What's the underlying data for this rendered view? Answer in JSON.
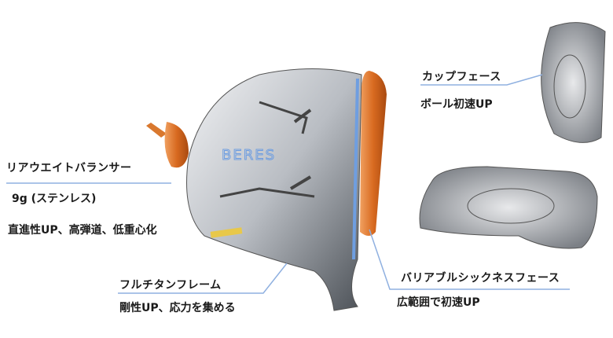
{
  "colors": {
    "leader": "#8fb0e0",
    "face_orange": "#e07a2e",
    "metal": "#b8bcc2",
    "accent_blue": "#6f9ee0",
    "gold": "#e8c84a"
  },
  "head_logo": "BERES",
  "callouts": {
    "rear_weight": {
      "title": "リアウエイトバランサー",
      "spec": "9g (ステンレス)",
      "benefit": "直進性UP、高弾道、低重心化"
    },
    "cup_face": {
      "title": "カップフェース",
      "benefit": "ボール初速UP"
    },
    "full_titanium": {
      "title": "フルチタンフレーム",
      "benefit": "剛性UP、応力を集める"
    },
    "variable_face": {
      "title": "バリアブルシックネスフェース",
      "benefit": "広範囲で初速UP"
    }
  }
}
